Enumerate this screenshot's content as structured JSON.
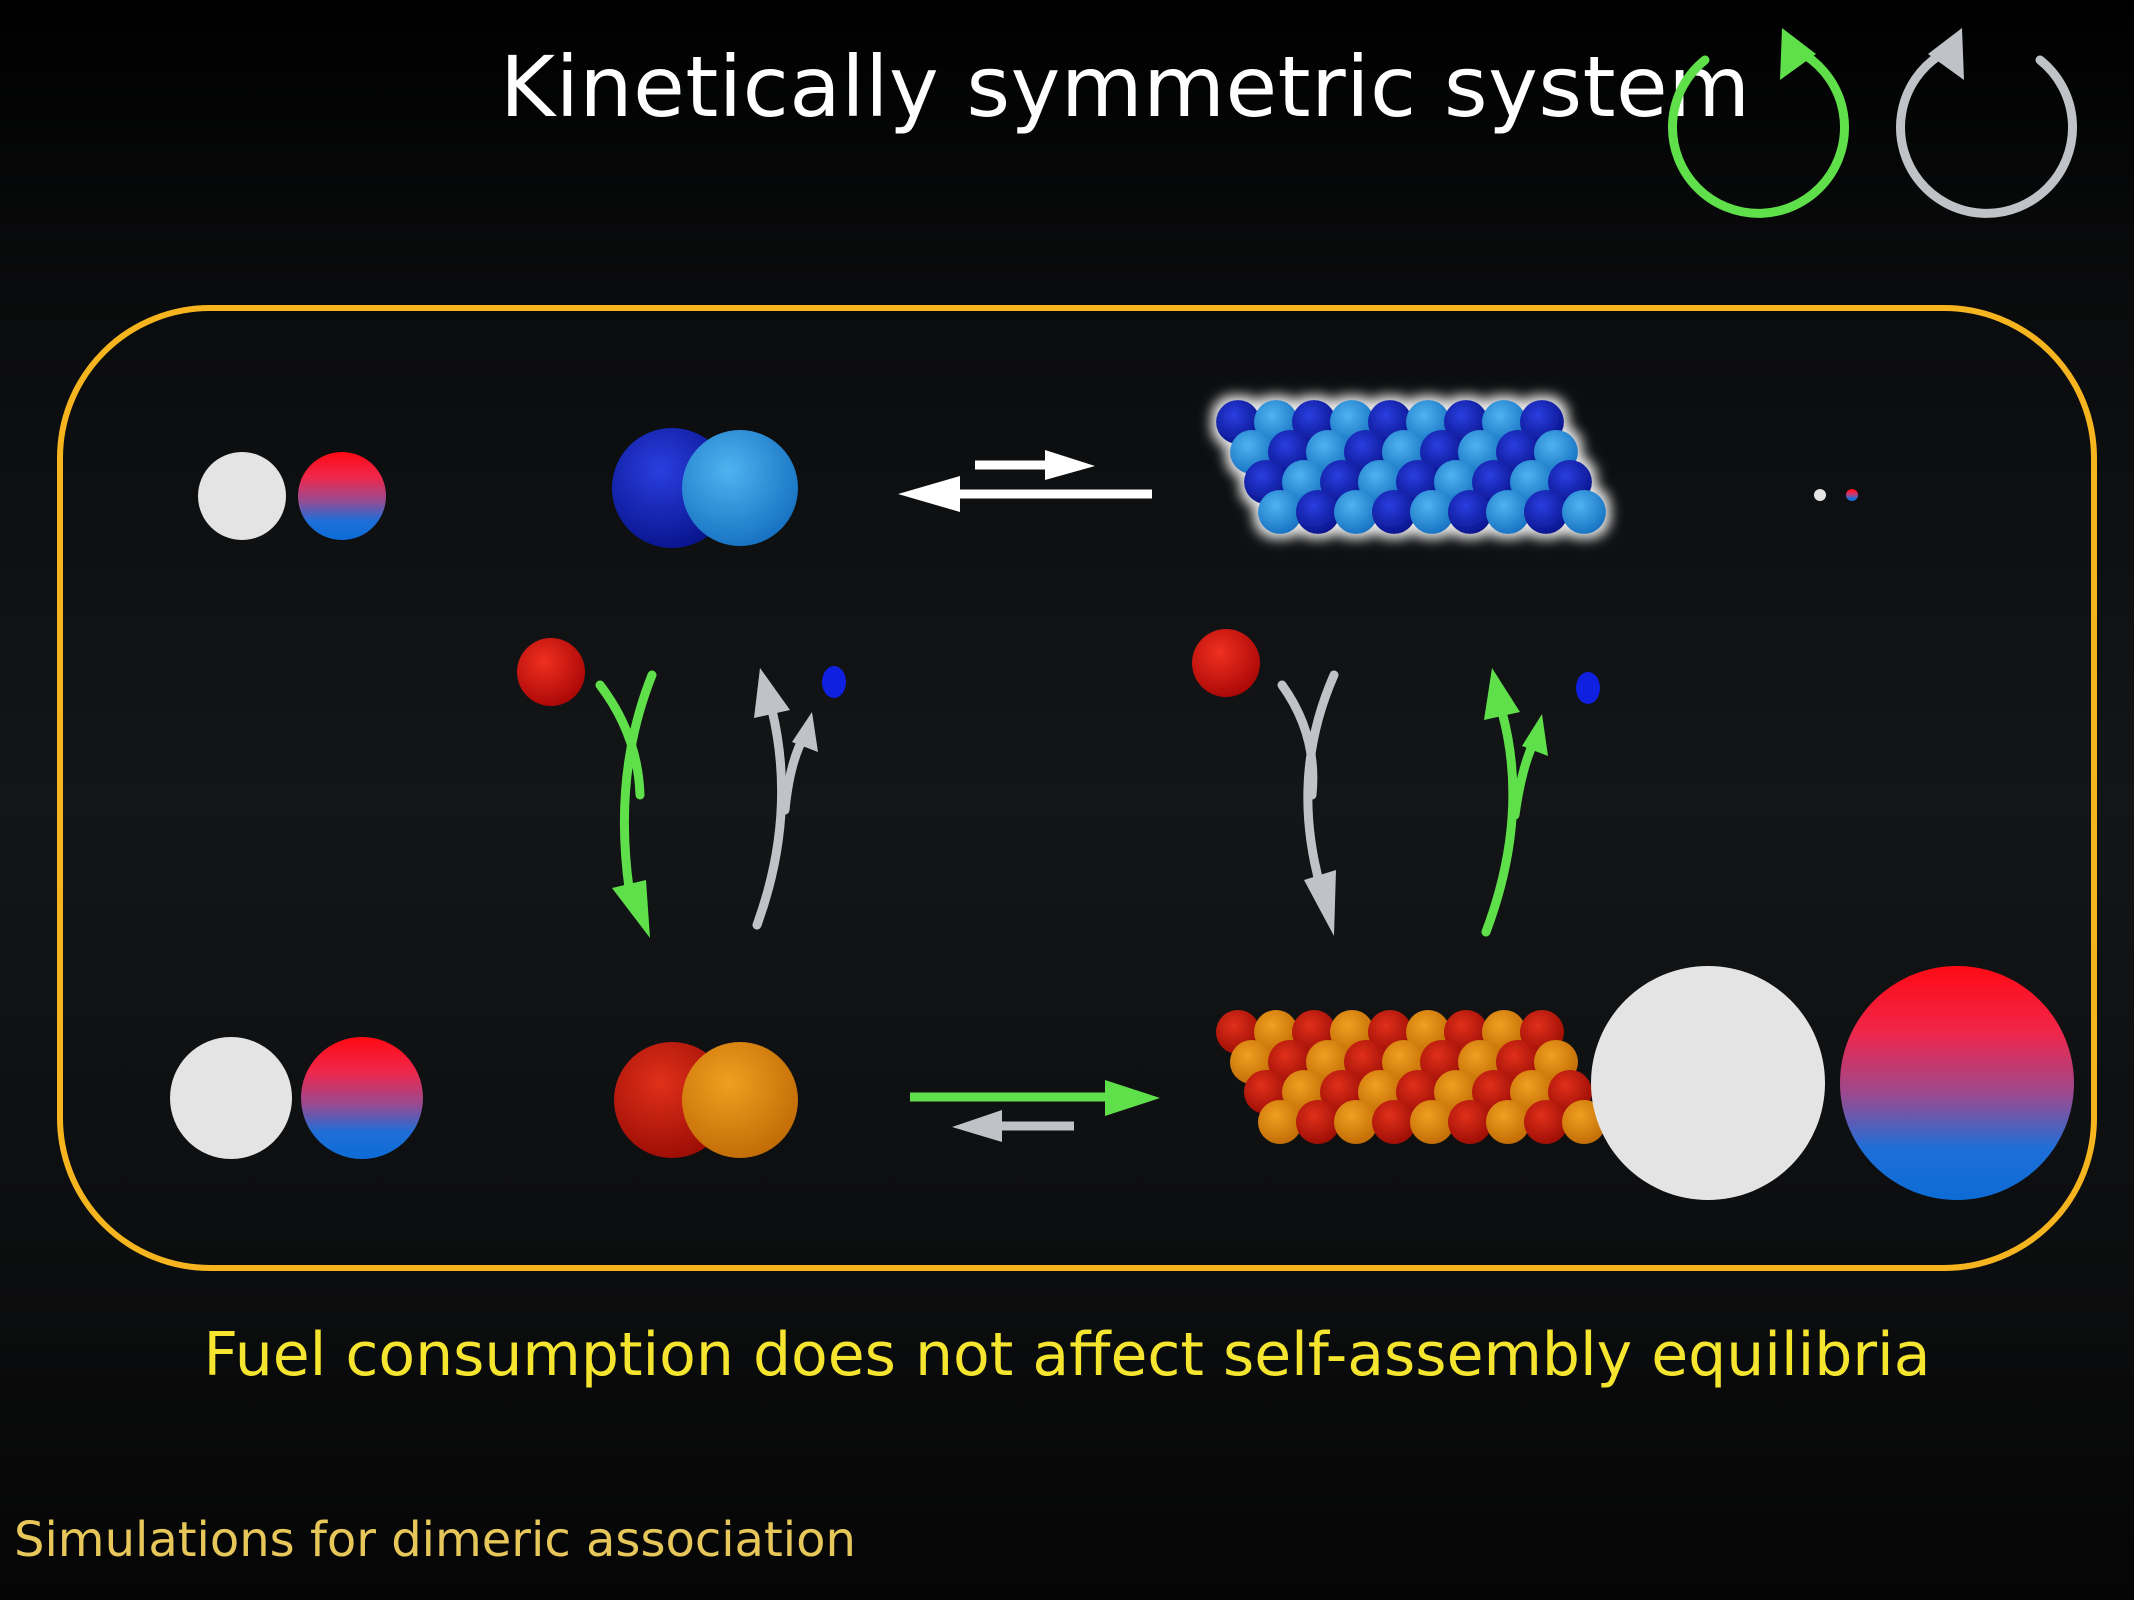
{
  "title": "Kinetically symmetric system",
  "caption": "Fuel consumption does not affect self-assembly equilibria",
  "footnote": "Simulations for dimeric association",
  "colors": {
    "frame": "#f6b51e",
    "green": "#5fe04a",
    "gray": "#bfc3c7",
    "white": "#ffffff",
    "caption": "#f5e52f",
    "footnote": "#e8c75a",
    "dark_blue": "#0a1fb8",
    "light_blue": "#1f8fe0",
    "red": "#c8150a",
    "orange": "#e6880a",
    "fuel_red": "#d80c0c",
    "waste_blue": "#1020e0",
    "light_gray": "#e6e6e6"
  },
  "icons": [
    "counterclockwise-green-cycle-icon",
    "clockwise-gray-cycle-icon"
  ]
}
